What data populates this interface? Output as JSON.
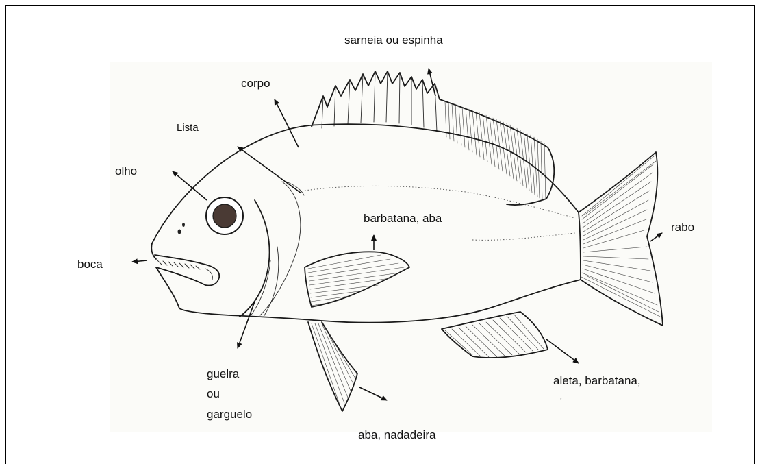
{
  "labels": {
    "sarneia": "sarneia ou espinha",
    "corpo": "corpo",
    "lista": "Lista",
    "olho": "olho",
    "boca": "boca",
    "barbatana": "barbatana, aba",
    "rabo": "rabo",
    "guelra_1": "guelra",
    "guelra_2": "ou",
    "guelra_3": "garguelo",
    "aba_nadadeira": "aba, nadadeira",
    "aleta": "aleta, barbatana,"
  }
}
